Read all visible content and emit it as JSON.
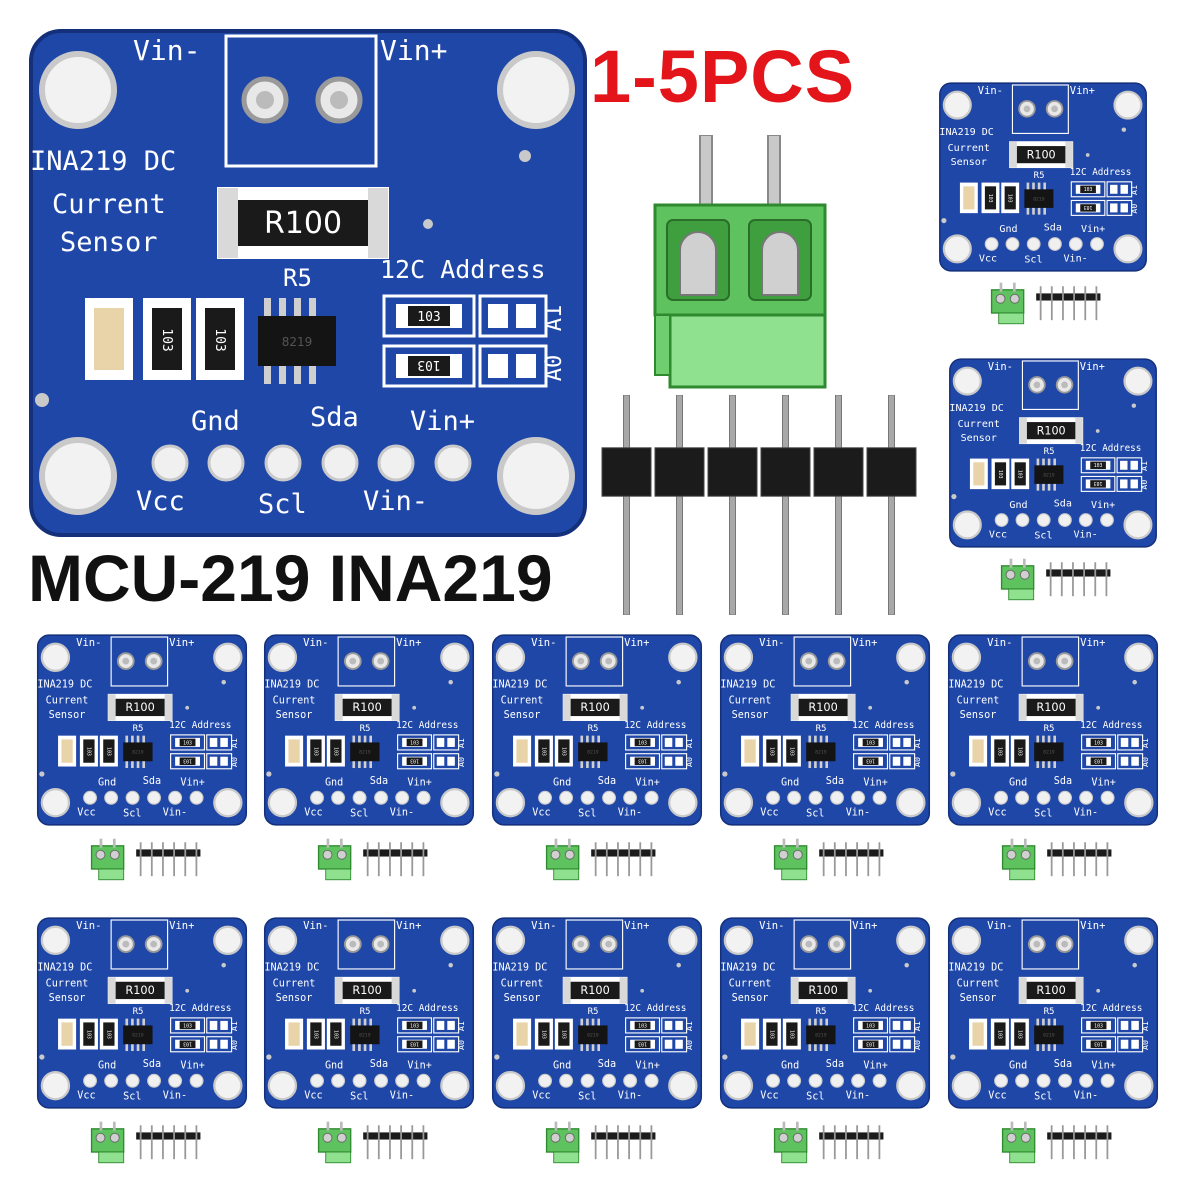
{
  "product": {
    "quantity_label": "1-5PCS",
    "model_label": "MCU-219 INA219"
  },
  "board_silkscreen": {
    "vin_minus_top": "Vin-",
    "vin_plus_top": "Vin+",
    "title_line1": "INA219 DC",
    "title_line2": "Current",
    "title_line3": "Sensor",
    "shunt_marking": "R100",
    "shunt_ref": "R5",
    "i2c_label": "12C Address",
    "addr_a1": "A1",
    "addr_a0": "A0",
    "resistor_marking": "103",
    "pin_gnd": "Gnd",
    "pin_sda": "Sda",
    "pin_vin_plus": "Vin+",
    "pin_vcc": "Vcc",
    "pin_scl": "Scl",
    "pin_vin_minus": "Vin-",
    "chip_marking": "8219"
  },
  "colors": {
    "pcb": "#1f47a8",
    "terminal": "#5ec25e",
    "quantity_text": "#e3151a"
  }
}
